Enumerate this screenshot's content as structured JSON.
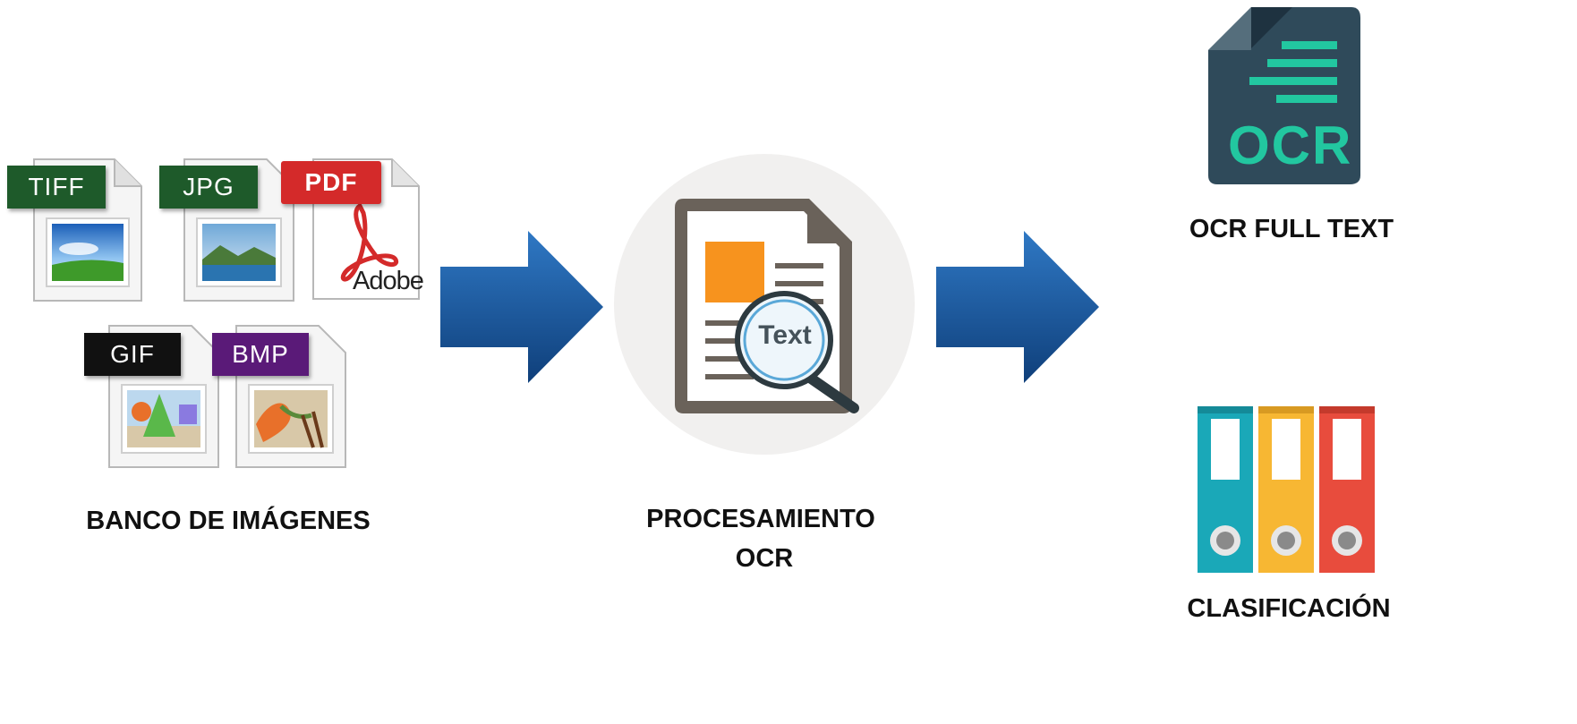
{
  "formats": {
    "tiff": "TIFF",
    "jpg": "JPG",
    "pdf": "PDF",
    "pdf_brand": "Adobe",
    "gif": "GIF",
    "bmp": "BMP"
  },
  "processing": {
    "magnifier_text": "Text"
  },
  "outputs": {
    "ocr_icon_text": "OCR"
  },
  "captions": {
    "image_bank": "BANCO DE IMÁGENES",
    "processing_line1": "PROCESAMIENTO",
    "processing_line2": "OCR",
    "full_text": "OCR FULL TEXT",
    "classification": "CLASIFICACIÓN"
  },
  "colors": {
    "tiff_badge": "#1e5a2a",
    "jpg_badge": "#1e5a2a",
    "pdf_badge": "#d42a2a",
    "gif_badge": "#111111",
    "bmp_badge": "#5a1a78",
    "arrow": "#1a5aa0",
    "ocr_icon_bg": "#2f4a5a",
    "ocr_icon_accent": "#22c7a0",
    "binder_teal": "#1aa8b8",
    "binder_yellow": "#f7b733",
    "binder_red": "#e84c3d",
    "doc_orange": "#f7931e",
    "doc_frame": "#6a625a"
  }
}
